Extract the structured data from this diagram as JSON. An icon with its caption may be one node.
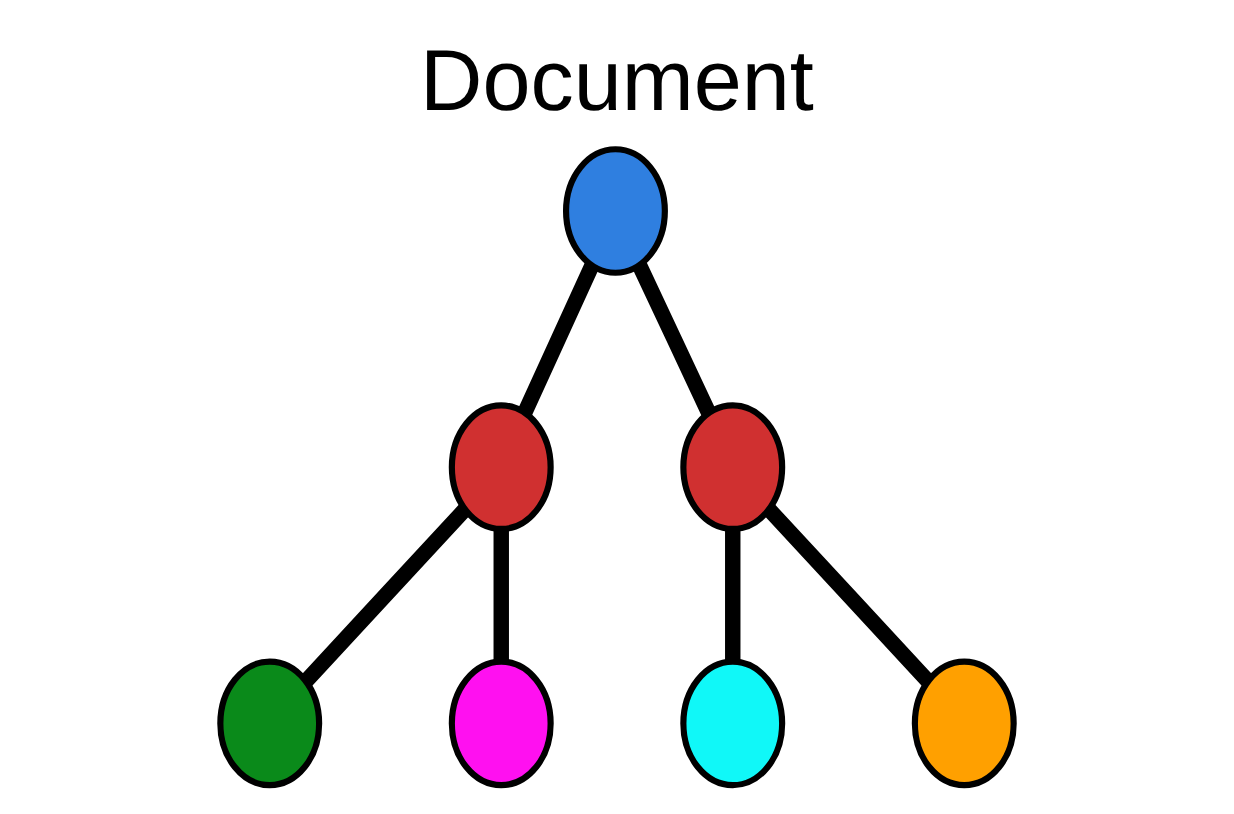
{
  "diagram": {
    "title": "Document",
    "nodes": [
      {
        "text": [],
        "shape": "circle"
      },
      {
        "text": [],
        "shape": "circle"
      },
      {
        "text": [],
        "shape": "circle"
      },
      {
        "text": [],
        "shape": "circle"
      },
      {
        "text": [],
        "shape": "circle"
      },
      {
        "text": [],
        "shape": "circle"
      },
      {
        "text": [],
        "shape": "circle"
      }
    ],
    "edges": [
      {
        "from": 0,
        "to": 1,
        "arrow": "none"
      },
      {
        "from": 0,
        "to": 2,
        "arrow": "none"
      },
      {
        "from": 1,
        "to": 3,
        "arrow": "none"
      },
      {
        "from": 1,
        "to": 4,
        "arrow": "none"
      },
      {
        "from": 2,
        "to": 5,
        "arrow": "none"
      },
      {
        "from": 2,
        "to": 6,
        "arrow": "none"
      }
    ]
  }
}
